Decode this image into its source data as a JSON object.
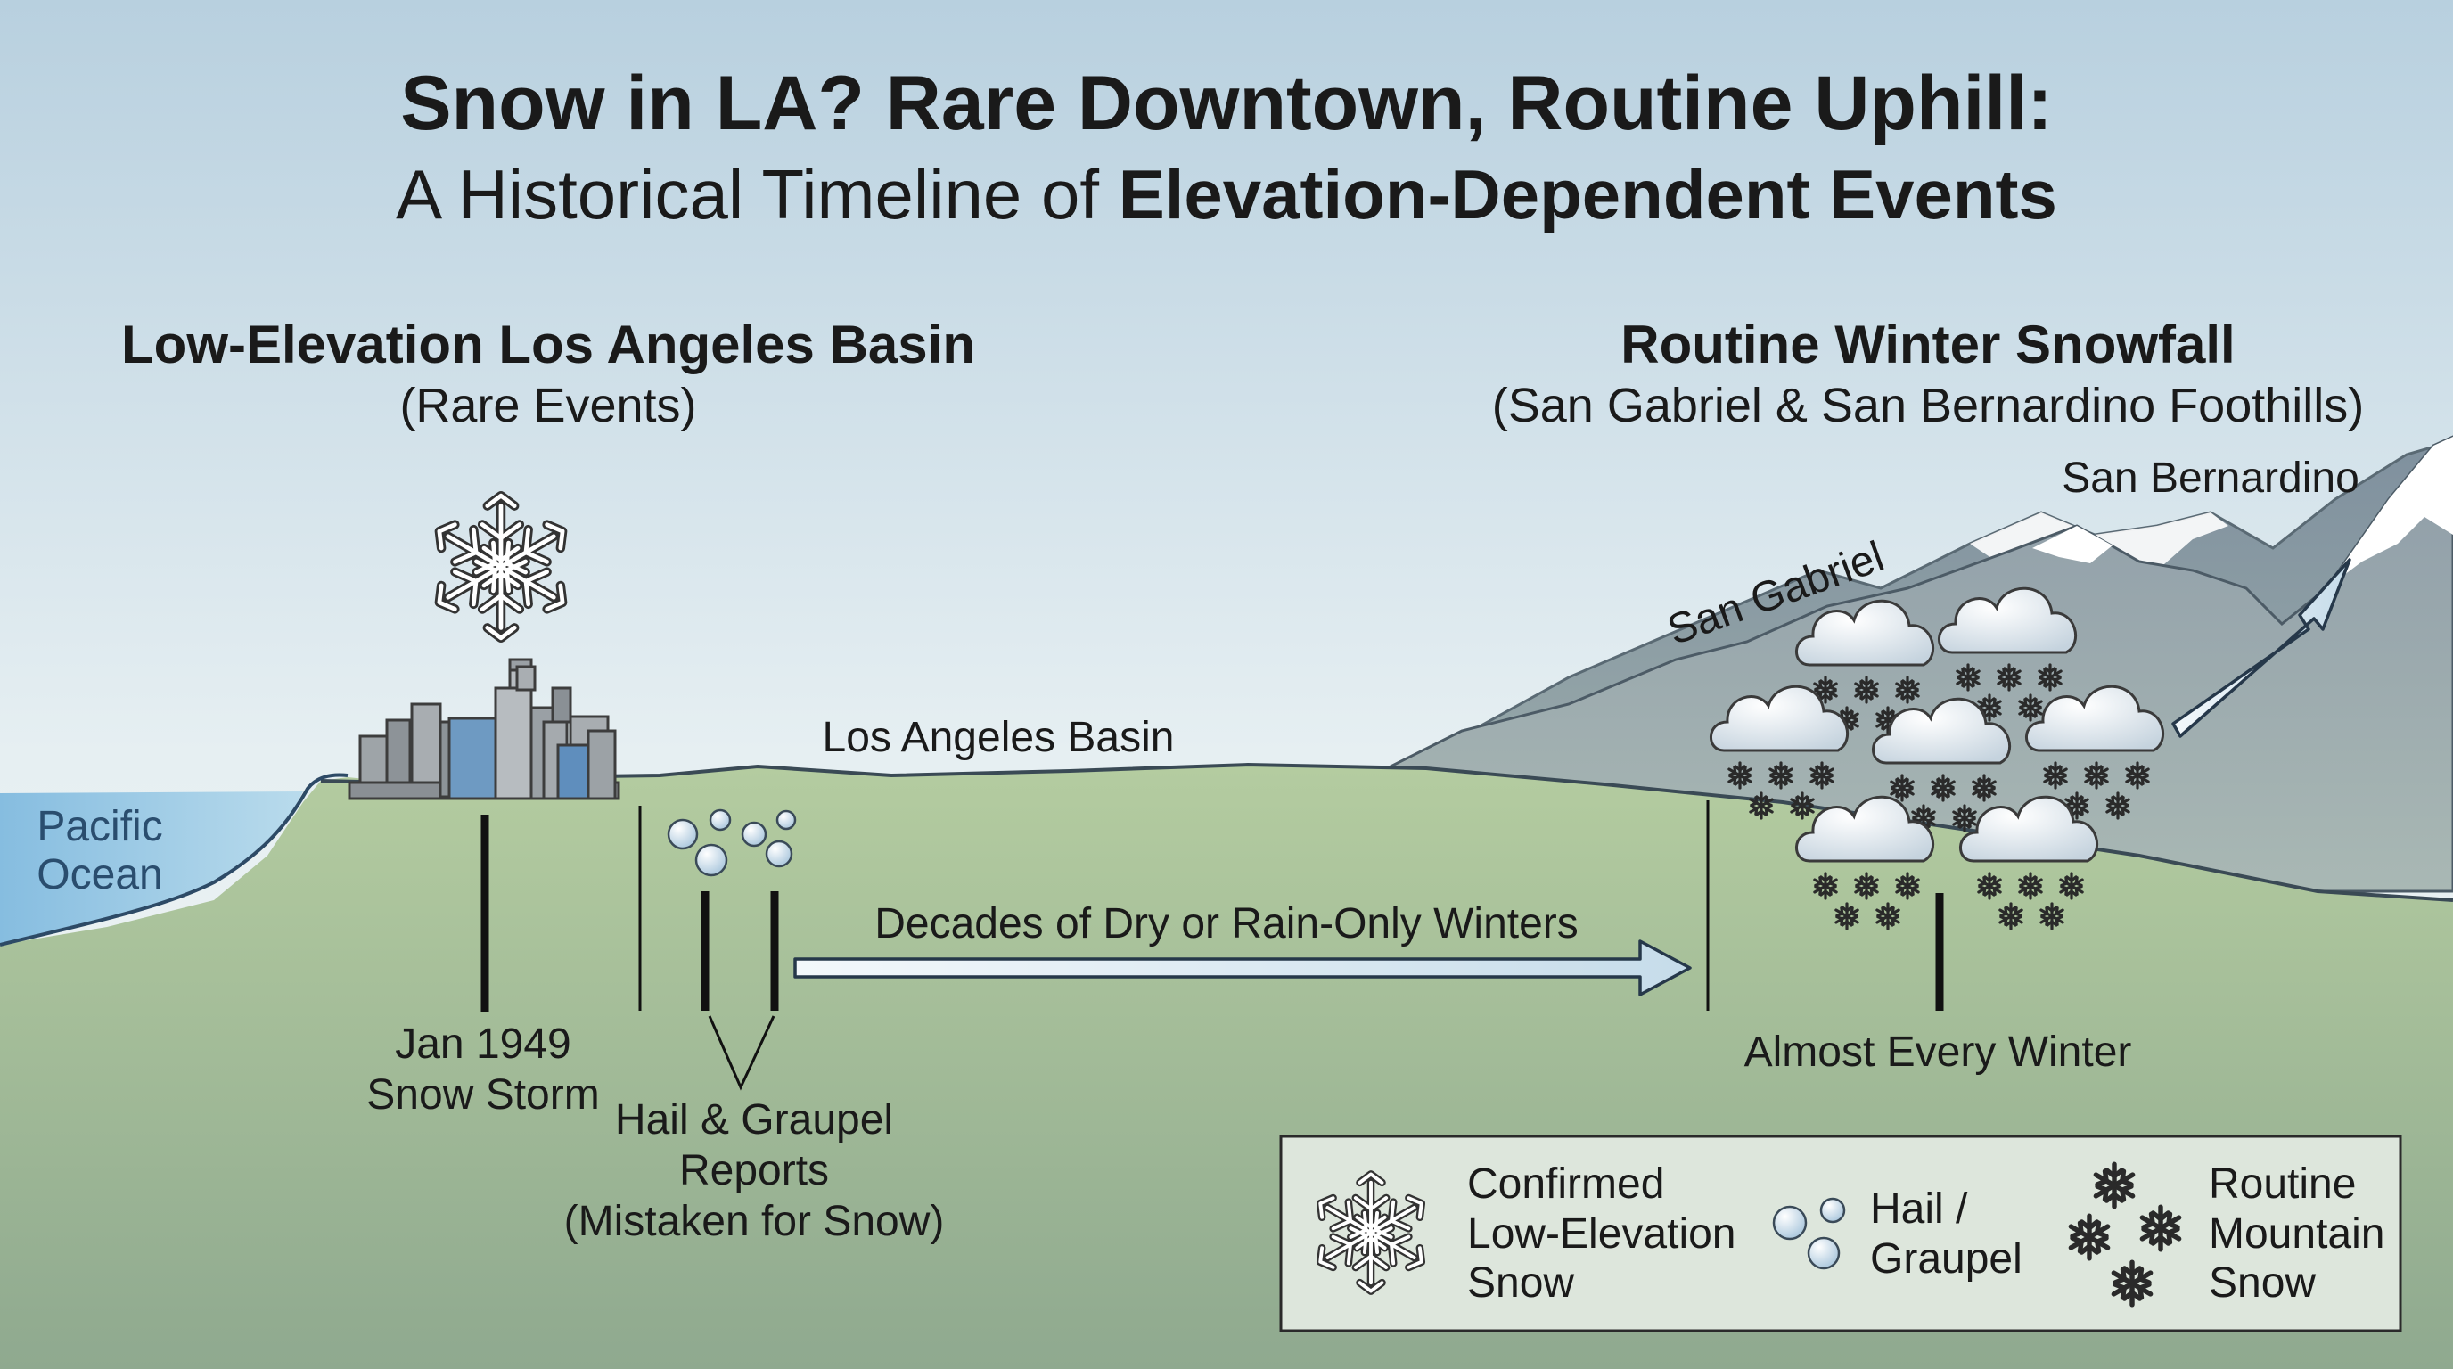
{
  "title": {
    "line1": "Snow in LA? Rare Downtown, Routine Uphill:",
    "line2_normal": "A Historical Timeline of ",
    "line2_bold": "Elevation-Dependent Events"
  },
  "left_section": {
    "title": "Low-Elevation Los Angeles Basin",
    "subtitle": "(Rare Events)"
  },
  "right_section": {
    "title": "Routine Winter Snowfall",
    "subtitle": "(San Gabriel & San Bernardino Foothills)"
  },
  "places": {
    "ocean_line1": "Pacific",
    "ocean_line2": "Ocean",
    "basin": "Los Angeles Basin",
    "san_gabriel": "San Gabriel",
    "san_bernardino": "San Bernardino"
  },
  "events": {
    "snow_1949_line1": "Jan 1949",
    "snow_1949_line2": "Snow Storm",
    "hail_line1": "Hail & Graupel",
    "hail_line2": "Reports",
    "hail_line3": "(Mistaken for Snow)",
    "dry_period": "Decades of Dry or Rain-Only Winters",
    "mountain_snow": "Almost Every Winter"
  },
  "legend": {
    "item1_line1": "Confirmed",
    "item1_line2": "Low-Elevation",
    "item1_line3": "Snow",
    "item2_line1": "Hail /",
    "item2_line2": "Graupel",
    "item3_line1": "Routine",
    "item3_line2": "Mountain",
    "item3_line3": "Snow"
  },
  "icons": {
    "big_snowflake": "snowflake-icon",
    "city": "city-skyline-icon",
    "hail": "hail-pellets-icon",
    "cloud": "snow-cloud-icon",
    "arrow": "arrow-icon"
  },
  "colors": {
    "sky_top": "#b9d1e0",
    "sky_bottom": "#eef4f5",
    "ground": "#a9c496",
    "ground_dark": "#8fae86",
    "ocean": "#8fc3e0",
    "mountain": "#97a7b1",
    "snowcap": "#ffffff",
    "legend_bg": "#dfe8df",
    "ink": "#1a1a1a"
  }
}
